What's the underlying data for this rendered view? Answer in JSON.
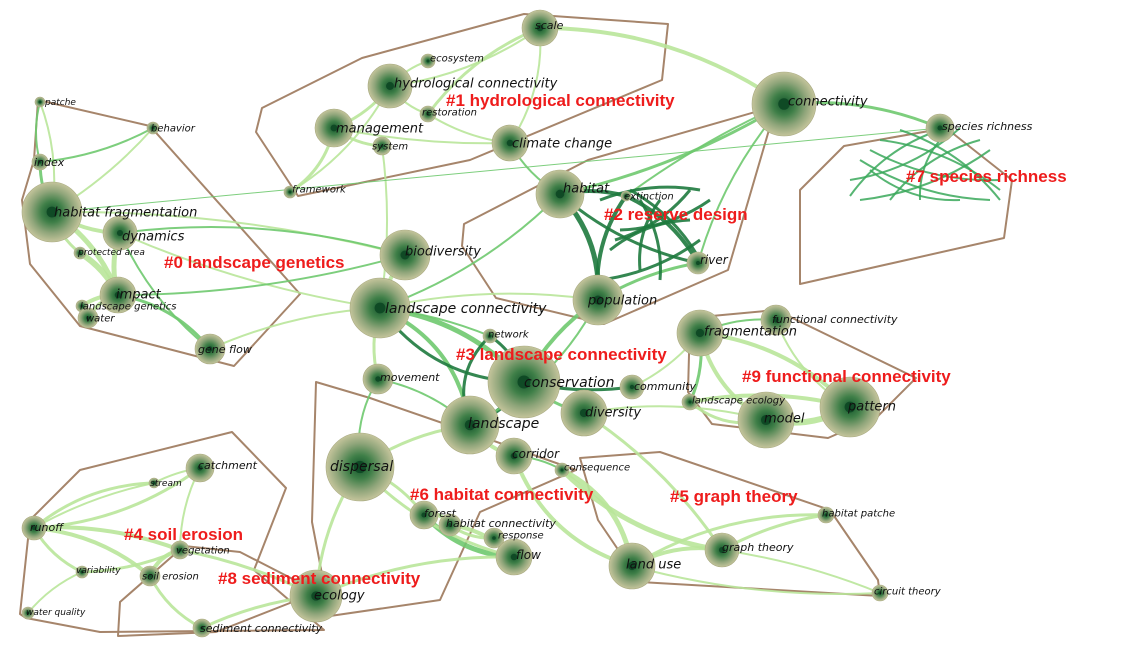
{
  "colors": {
    "cluster_label": "#ee1c1c",
    "hull": "#a6856b",
    "link_light": "#b9e59a",
    "link_mid": "#6fc96f",
    "link_dark": "#1e7a3e",
    "node_outer": "#b8b98e",
    "node_core": "#1d6b3a"
  },
  "clusters": [
    {
      "id": "c0",
      "label": "#0 landscape genetics"
    },
    {
      "id": "c1",
      "label": "#1 hydrological connectivity"
    },
    {
      "id": "c2",
      "label": "#2 reserve design"
    },
    {
      "id": "c3",
      "label": "#3 landscape connectivity"
    },
    {
      "id": "c4",
      "label": "#4 soil erosion"
    },
    {
      "id": "c5",
      "label": "#5 graph theory"
    },
    {
      "id": "c6",
      "label": "#6 habitat connectivity"
    },
    {
      "id": "c7",
      "label": "#7 species richness"
    },
    {
      "id": "c8",
      "label": "#8 sediment connectivity"
    },
    {
      "id": "c9",
      "label": "#9 functional connectivity"
    }
  ],
  "keywords": [
    {
      "id": "k_patche",
      "label": "patche"
    },
    {
      "id": "k_behavior",
      "label": "behavior"
    },
    {
      "id": "k_index",
      "label": "index"
    },
    {
      "id": "k_habfrag",
      "label": "habitat fragmentation"
    },
    {
      "id": "k_dynamics",
      "label": "dynamics"
    },
    {
      "id": "k_protarea",
      "label": "protected area"
    },
    {
      "id": "k_impact",
      "label": "impact"
    },
    {
      "id": "k_landgen",
      "label": "landscape genetics"
    },
    {
      "id": "k_water",
      "label": "water"
    },
    {
      "id": "k_geneflow",
      "label": "gene flow"
    },
    {
      "id": "k_scale",
      "label": "scale"
    },
    {
      "id": "k_ecosystem",
      "label": "ecosystem"
    },
    {
      "id": "k_hydroconn",
      "label": "hydrological connectivity"
    },
    {
      "id": "k_restoration",
      "label": "restoration"
    },
    {
      "id": "k_management",
      "label": "management"
    },
    {
      "id": "k_system",
      "label": "system"
    },
    {
      "id": "k_framework",
      "label": "framework"
    },
    {
      "id": "k_climate",
      "label": "climate change"
    },
    {
      "id": "k_connectivity",
      "label": "connectivity"
    },
    {
      "id": "k_habitat",
      "label": "habitat"
    },
    {
      "id": "k_extinction",
      "label": "extinction"
    },
    {
      "id": "k_river",
      "label": "river"
    },
    {
      "id": "k_population",
      "label": "population"
    },
    {
      "id": "k_species",
      "label": "species richness"
    },
    {
      "id": "k_biodiversity",
      "label": "biodiversity"
    },
    {
      "id": "k_landconn",
      "label": "landscape connectivity"
    },
    {
      "id": "k_network",
      "label": "network"
    },
    {
      "id": "k_movement",
      "label": "movement"
    },
    {
      "id": "k_conservation",
      "label": "conservation"
    },
    {
      "id": "k_community",
      "label": "community"
    },
    {
      "id": "k_diversity",
      "label": "diversity"
    },
    {
      "id": "k_landscape",
      "label": "landscape"
    },
    {
      "id": "k_corridor",
      "label": "corridor"
    },
    {
      "id": "k_consequence",
      "label": "consequence"
    },
    {
      "id": "k_fragmentation",
      "label": "fragmentation"
    },
    {
      "id": "k_funcconn",
      "label": "functional connectivity"
    },
    {
      "id": "k_landecol",
      "label": "landscape ecology"
    },
    {
      "id": "k_model",
      "label": "model"
    },
    {
      "id": "k_pattern",
      "label": "pattern"
    },
    {
      "id": "k_catchment",
      "label": "catchment"
    },
    {
      "id": "k_stream",
      "label": "stream"
    },
    {
      "id": "k_runoff",
      "label": "runoff"
    },
    {
      "id": "k_vegetation",
      "label": "vegetation"
    },
    {
      "id": "k_variability",
      "label": "variability"
    },
    {
      "id": "k_soilerosion",
      "label": "soil erosion"
    },
    {
      "id": "k_waterquality",
      "label": "water quality"
    },
    {
      "id": "k_sedconn",
      "label": "sediment connectivity"
    },
    {
      "id": "k_ecology",
      "label": "ecology"
    },
    {
      "id": "k_dispersal",
      "label": "dispersal"
    },
    {
      "id": "k_forest",
      "label": "forest"
    },
    {
      "id": "k_habconn",
      "label": "habitat connectivity"
    },
    {
      "id": "k_response",
      "label": "response"
    },
    {
      "id": "k_flow",
      "label": "flow"
    },
    {
      "id": "k_landuse",
      "label": "land use"
    },
    {
      "id": "k_graphtheory",
      "label": "graph theory"
    },
    {
      "id": "k_habpatche",
      "label": "habitat patche"
    },
    {
      "id": "k_circuit",
      "label": "circuit theory"
    }
  ]
}
